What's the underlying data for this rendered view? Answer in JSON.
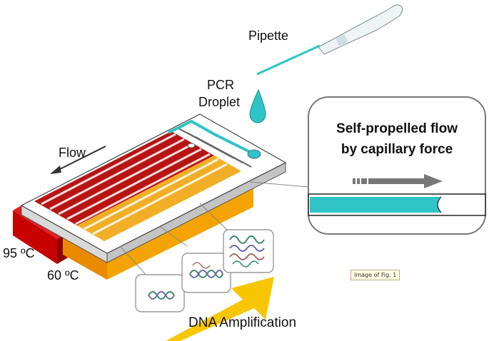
{
  "labels": {
    "pipette": "Pipette",
    "pcr_line1": "PCR",
    "pcr_line2": "Droplet",
    "flow": "Flow",
    "temp_high": "95 ºC",
    "temp_low": "60 ºC",
    "callout_line1": "Self-propelled flow",
    "callout_line2": "by capillary force",
    "amplification": "DNA Amplification"
  },
  "tooltip": "Image of Fig. 1",
  "colors": {
    "hot_zone": "#cc0000",
    "warm_zone": "#f5a300",
    "fluid": "#2ec4c8",
    "arrow_yellow": "#f7c600",
    "flow_arrow": "#777777"
  }
}
